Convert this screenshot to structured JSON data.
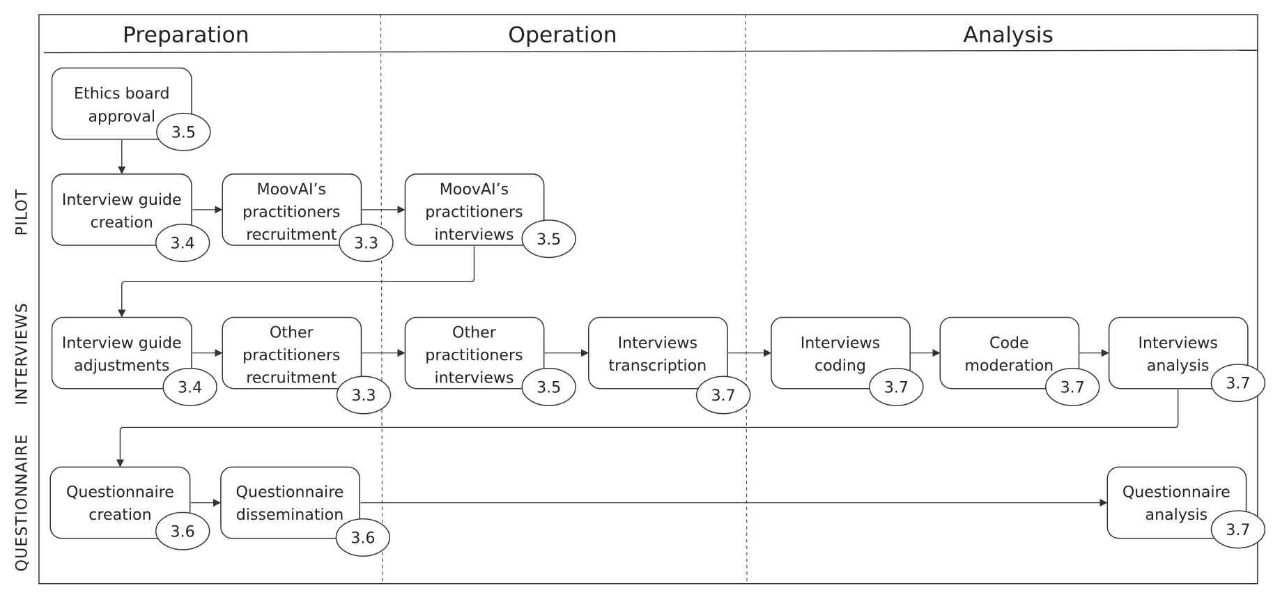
{
  "phases": [
    "Preparation",
    "Operation",
    "Analysis"
  ],
  "lanes": [
    "PILOT",
    "INTERVIEWS",
    "QUESTIONNAIRE"
  ],
  "nodes": {
    "ethics": {
      "lines": [
        "Ethics board",
        "approval"
      ],
      "badge": "3.5"
    },
    "guide_creation": {
      "lines": [
        "Interview guide",
        "creation"
      ],
      "badge": "3.4"
    },
    "moovai_recruit": {
      "lines": [
        "MoovAI’s",
        "practitioners",
        "recruitment"
      ],
      "badge": "3.3"
    },
    "moovai_interviews": {
      "lines": [
        "MoovAI’s",
        "practitioners",
        "interviews"
      ],
      "badge": "3.5"
    },
    "guide_adjust": {
      "lines": [
        "Interview guide",
        "adjustments"
      ],
      "badge": "3.4"
    },
    "other_recruit": {
      "lines": [
        "Other",
        "practitioners",
        "recruitment"
      ],
      "badge": "3.3"
    },
    "other_interviews": {
      "lines": [
        "Other",
        "practitioners",
        "interviews"
      ],
      "badge": "3.5"
    },
    "transcription": {
      "lines": [
        "Interviews",
        "transcription"
      ],
      "badge": "3.7"
    },
    "coding": {
      "lines": [
        "Interviews",
        "coding"
      ],
      "badge": "3.7"
    },
    "moderation": {
      "lines": [
        "Code",
        "moderation"
      ],
      "badge": "3.7"
    },
    "int_analysis": {
      "lines": [
        "Interviews",
        "analysis"
      ],
      "badge": "3.7"
    },
    "q_creation": {
      "lines": [
        "Questionnaire",
        "creation"
      ],
      "badge": "3.6"
    },
    "q_dissem": {
      "lines": [
        "Questionnaire",
        "dissemination"
      ],
      "badge": "3.6"
    },
    "q_analysis": {
      "lines": [
        "Questionnaire",
        "analysis"
      ],
      "badge": "3.7"
    }
  }
}
